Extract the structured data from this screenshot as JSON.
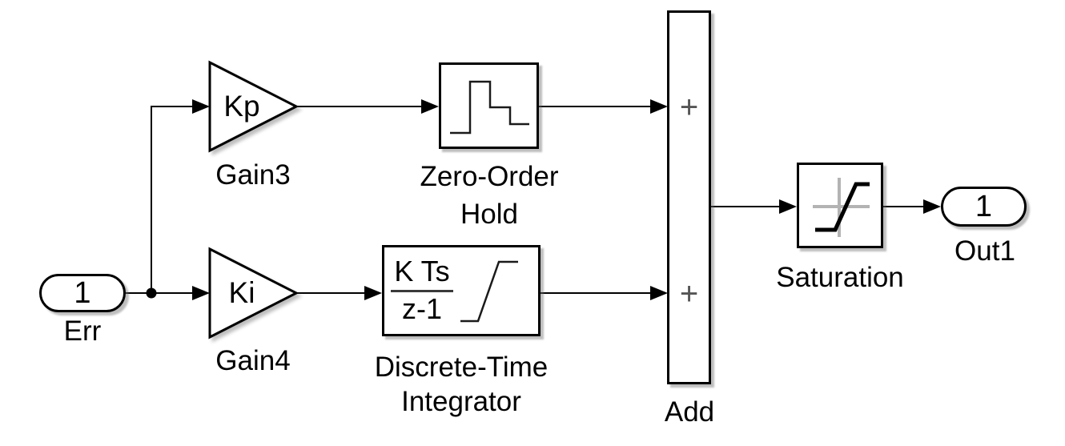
{
  "colors": {
    "background": "#ffffff",
    "wire": "#000000",
    "block_fill": "#ffffff",
    "block_border": "#000000",
    "plus_sign": "#555555",
    "saturation_axis_gray": "#b3b3b3",
    "shadow": "rgba(110,110,110,0.45)"
  },
  "blocks": {
    "inport": {
      "port_number": "1",
      "label": "Err"
    },
    "gain3": {
      "expression": "Kp",
      "label": "Gain3"
    },
    "gain4": {
      "expression": "Ki",
      "label": "Gain4"
    },
    "zero_order_hold": {
      "icon": "staircase-signal-icon",
      "label_line1": "Zero-Order",
      "label_line2": "Hold"
    },
    "discrete_time_integrator": {
      "icon": "ramp-signal-icon",
      "numerator": "K Ts",
      "denominator": "z-1",
      "label_line1": "Discrete-Time",
      "label_line2": "Integrator"
    },
    "add": {
      "input1_sign": "+",
      "input2_sign": "+",
      "label": "Add"
    },
    "saturation": {
      "icon": "saturation-curve-icon",
      "label": "Saturation"
    },
    "outport": {
      "port_number": "1",
      "label": "Out1"
    }
  }
}
